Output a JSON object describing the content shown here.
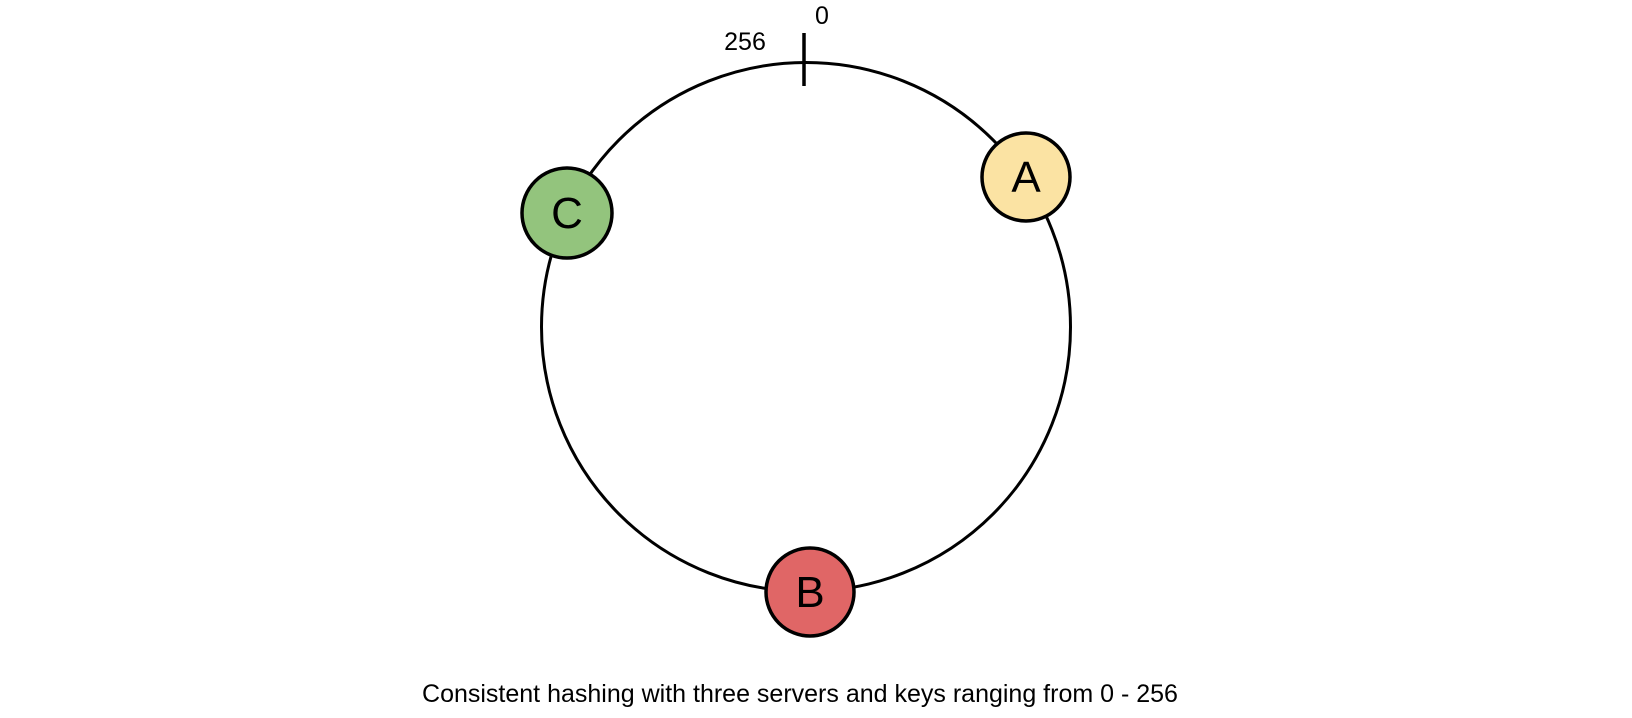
{
  "diagram": {
    "caption": "Consistent hashing with three servers and keys ranging from 0 - 256",
    "ring": {
      "origin_label": "0",
      "max_label": "256",
      "stroke_color": "#000000"
    },
    "nodes": [
      {
        "label": "A",
        "fill": "#fbe3a3",
        "stroke": "#000000"
      },
      {
        "label": "B",
        "fill": "#e06666",
        "stroke": "#000000"
      },
      {
        "label": "C",
        "fill": "#93c47d",
        "stroke": "#000000"
      }
    ]
  }
}
